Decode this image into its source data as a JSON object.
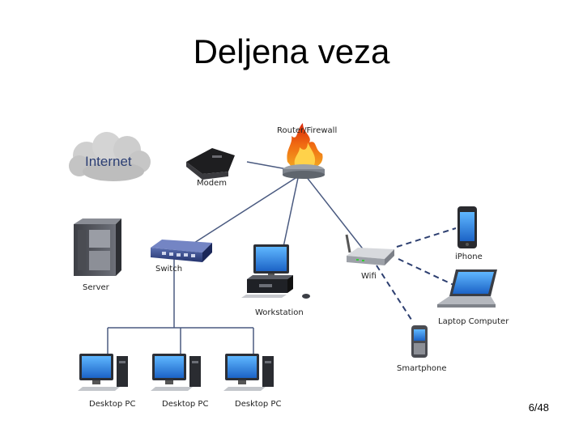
{
  "slide": {
    "title": "Deljena veza",
    "page_number": "6/48"
  },
  "nodes": {
    "internet": "Internet",
    "modem": "Modem",
    "router": "Router/Firewall",
    "switch": "Switch",
    "server": "Server",
    "wifi": "Wifi",
    "workstation": "Workstation",
    "iphone": "iPhone",
    "laptop": "Laptop Computer",
    "smartphone": "Smartphone",
    "desktop_1": "Desktop PC",
    "desktop_2": "Desktop PC",
    "desktop_3": "Desktop PC"
  }
}
